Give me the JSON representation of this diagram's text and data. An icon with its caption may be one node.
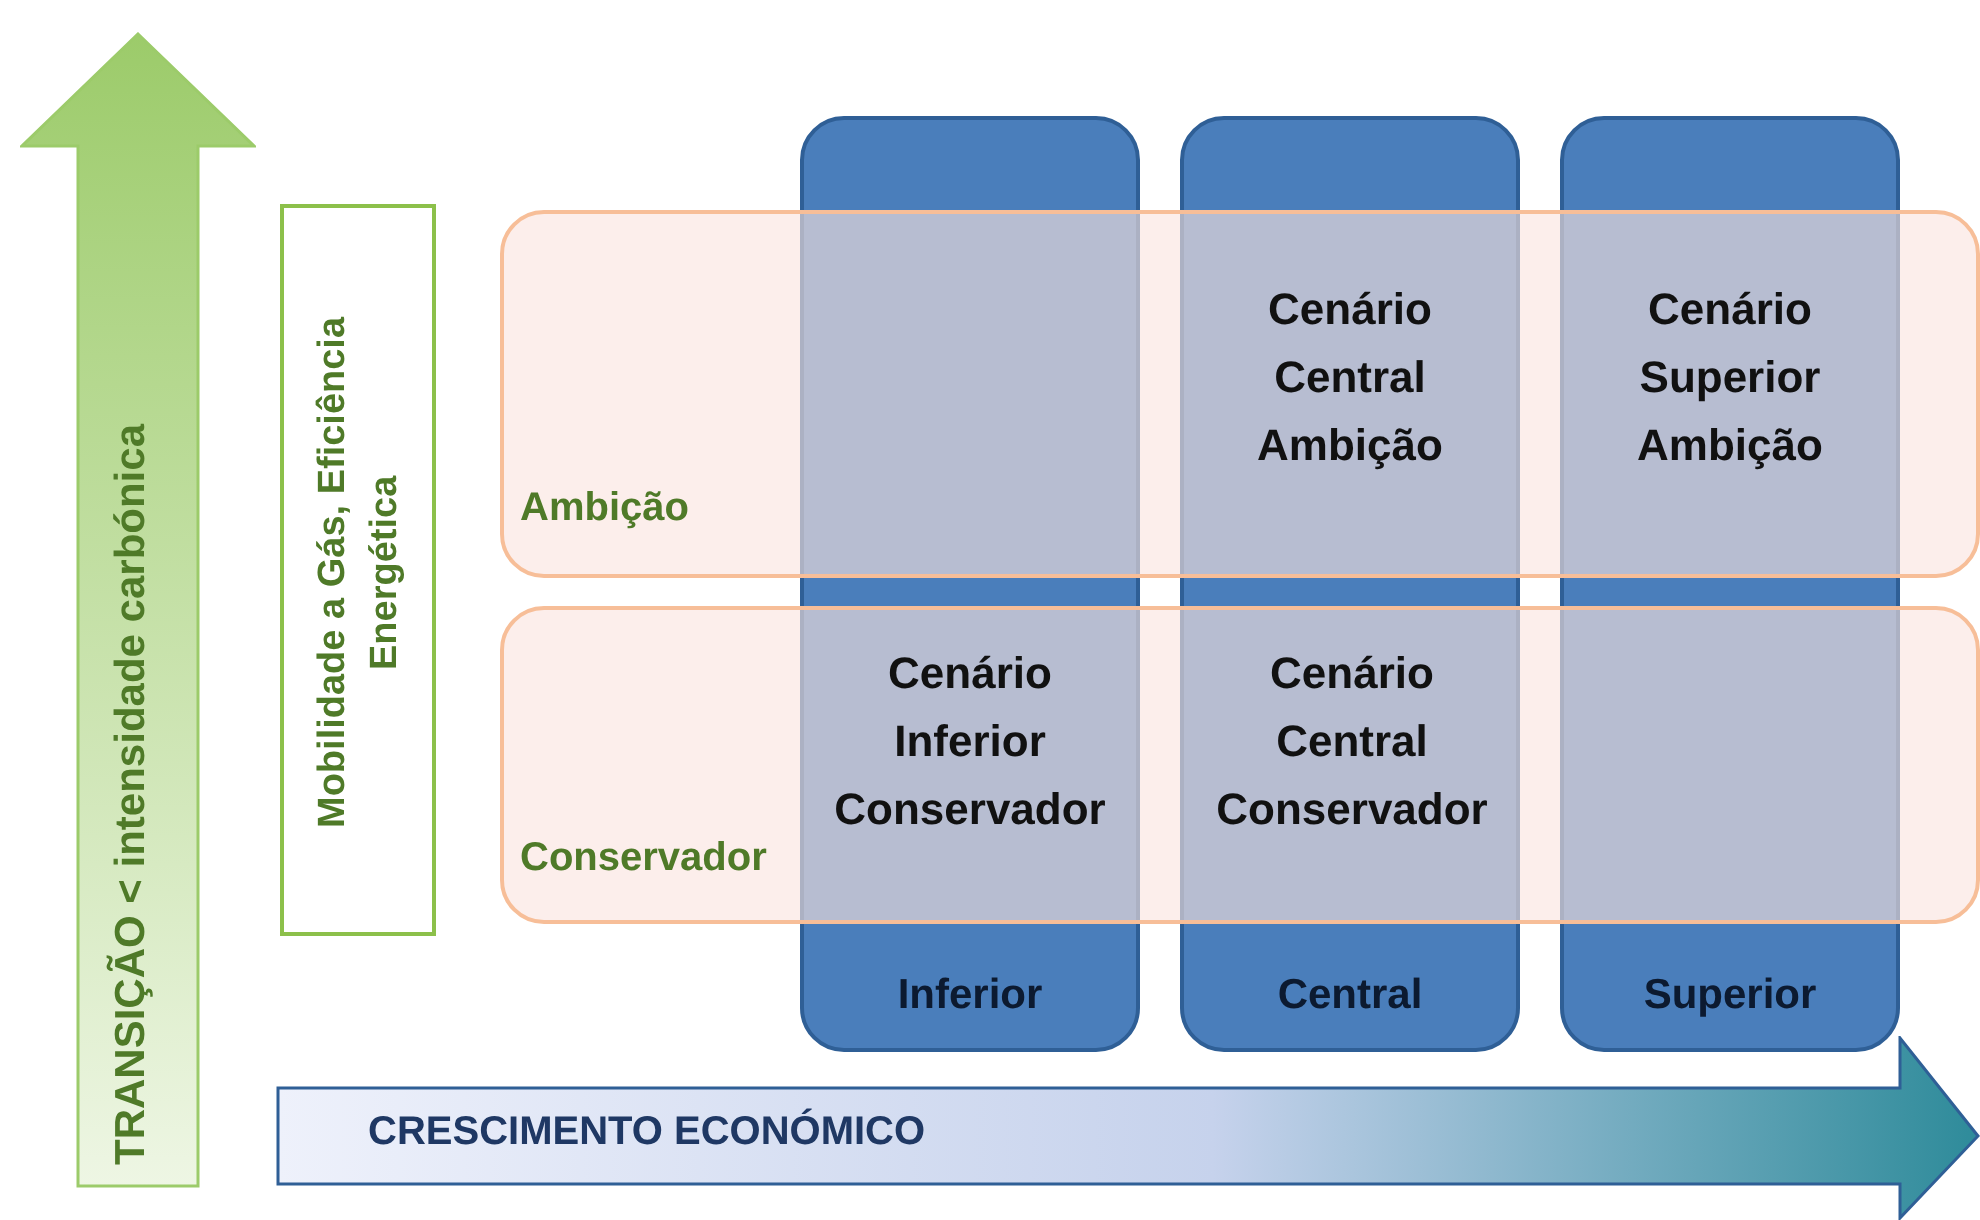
{
  "diagram": {
    "nodes": [
      {
        "text": [
          "TRANSIÇÃO < intensidade carbónica"
        ]
      },
      {
        "text": [
          "Mobilidade a Gás, Eficiência Energética"
        ]
      },
      {
        "text": [
          "Inferior"
        ]
      },
      {
        "text": [
          "Central"
        ]
      },
      {
        "text": [
          "Superior"
        ]
      },
      {
        "text": [
          "Ambição"
        ]
      },
      {
        "text": [
          "Conservador"
        ]
      },
      {
        "text": [
          "CRESCIMENTO ECONÓMICO"
        ]
      }
    ],
    "labels": [
      "Cenário Central Ambição",
      "Cenário Superior Ambição",
      "Cenário Inferior Conservador",
      "Cenário Central Conservador"
    ]
  }
}
